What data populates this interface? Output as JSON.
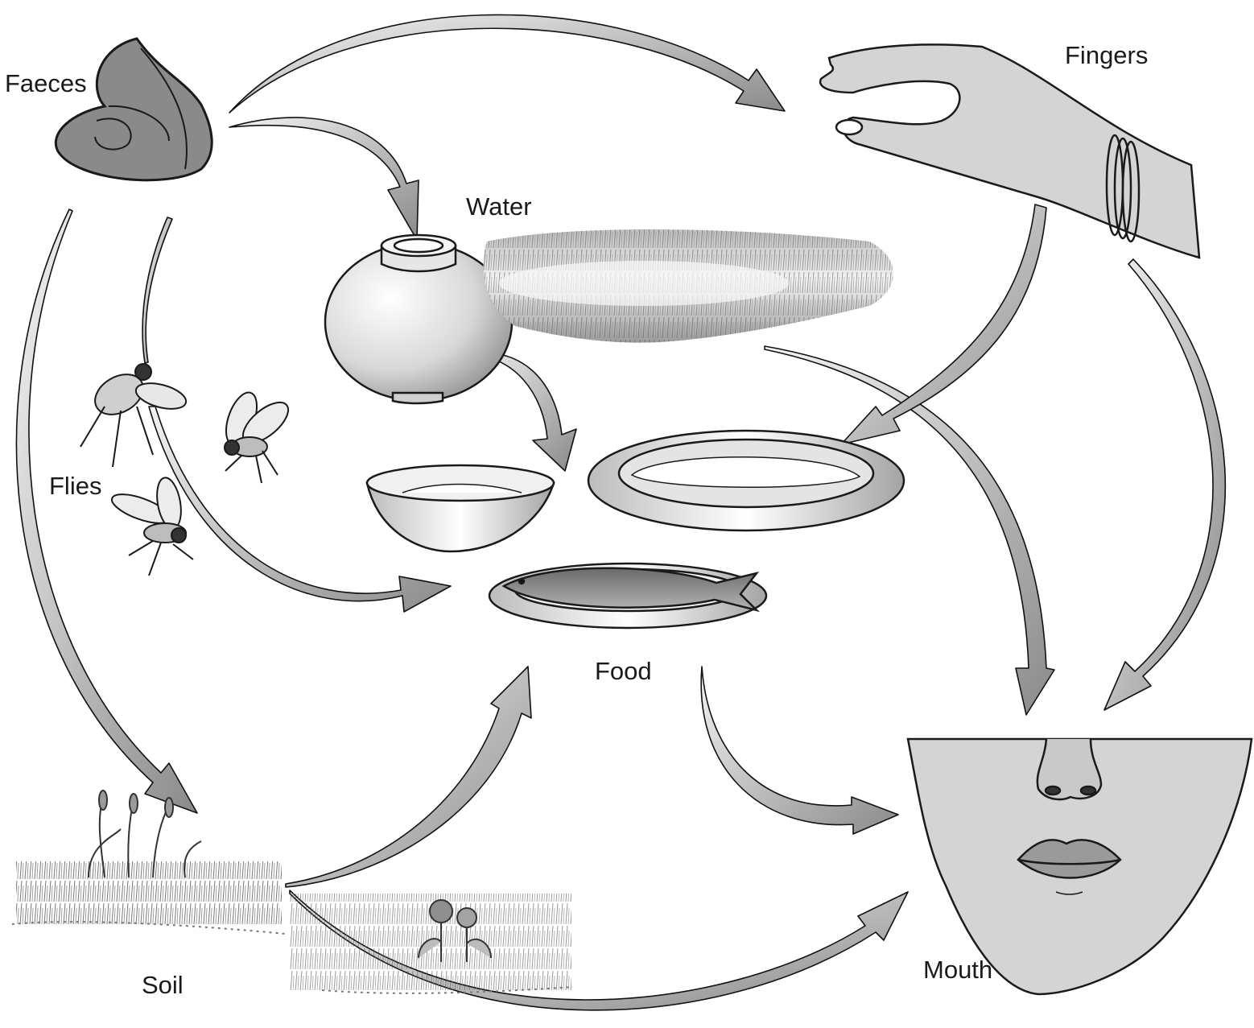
{
  "labels": {
    "faeces": "Faeces",
    "fingers": "Fingers",
    "water": "Water",
    "flies": "Flies",
    "food": "Food",
    "soil": "Soil",
    "mouth": "Mouth"
  },
  "colors": {
    "arrow_fill": "#9a9a9a",
    "arrow_stroke": "#111111",
    "faeces_fill": "#8c8c8c",
    "skin_fill": "#d4d4d4",
    "outline": "#1a1a1a",
    "background": "#ffffff"
  },
  "paths": [
    {
      "from": "faeces",
      "to": "fingers"
    },
    {
      "from": "faeces",
      "to": "water"
    },
    {
      "from": "faeces",
      "to": "flies"
    },
    {
      "from": "faeces",
      "to": "soil"
    },
    {
      "from": "flies",
      "to": "food"
    },
    {
      "from": "water",
      "to": "food"
    },
    {
      "from": "water",
      "to": "mouth"
    },
    {
      "from": "fingers",
      "to": "food"
    },
    {
      "from": "fingers",
      "to": "mouth"
    },
    {
      "from": "soil",
      "to": "food"
    },
    {
      "from": "soil",
      "to": "mouth"
    },
    {
      "from": "food",
      "to": "mouth"
    }
  ]
}
